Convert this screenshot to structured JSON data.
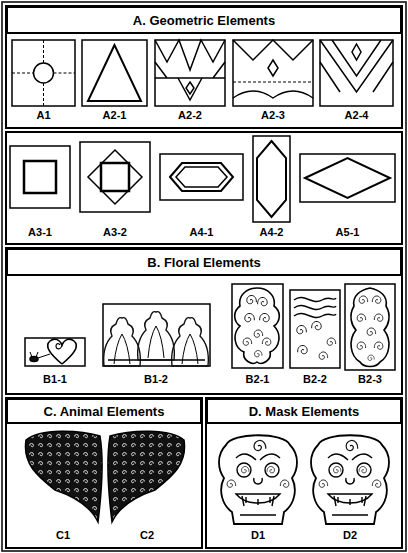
{
  "diagram": {
    "nodes": [
      {
        "text": [
          "A. Geometric Elements"
        ]
      },
      {
        "text": [
          "B. Floral Elements"
        ]
      },
      {
        "text": [
          "C. Animal Elements"
        ]
      },
      {
        "text": [
          "D. Mask Elements"
        ]
      }
    ],
    "labels": [
      "A1",
      "A2-1",
      "A2-2",
      "A2-3",
      "A2-4",
      "A3-1",
      "A3-2",
      "A4-1",
      "A4-2",
      "A5-1",
      "B1-1",
      "B1-2",
      "B2-1",
      "B2-2",
      "B2-3",
      "C1",
      "C2",
      "D1",
      "D2"
    ]
  }
}
